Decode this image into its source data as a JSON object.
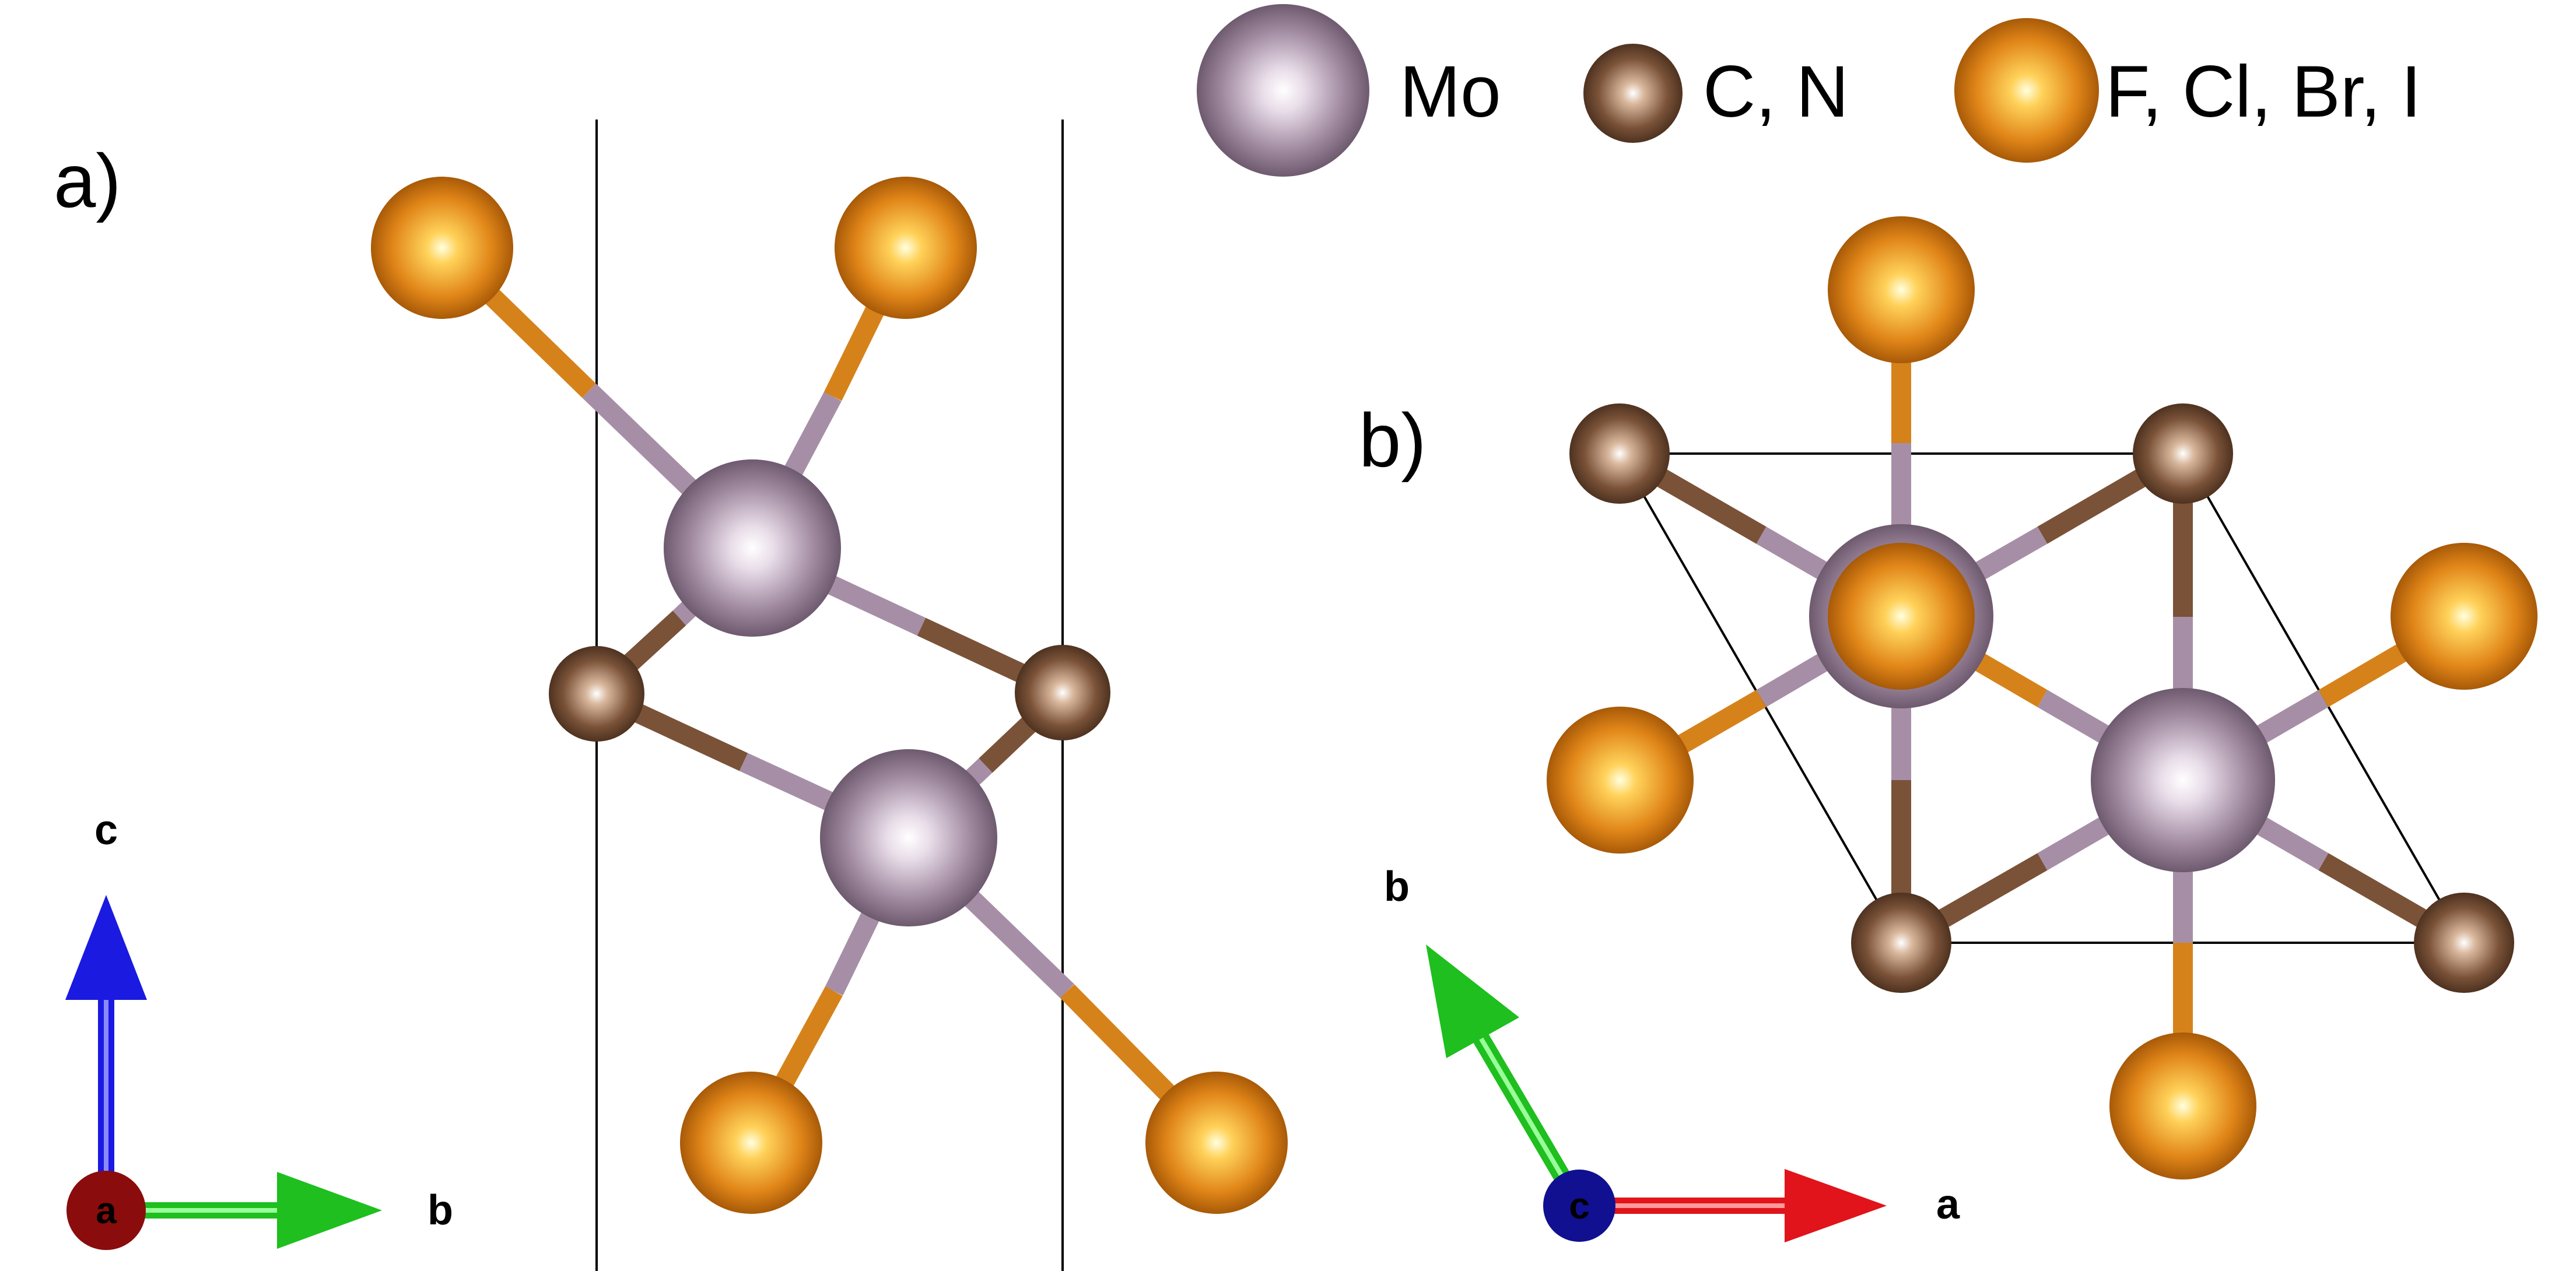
{
  "panels": {
    "a": {
      "label": "a)"
    },
    "b": {
      "label": "b)"
    }
  },
  "legend": [
    {
      "label": "Mo",
      "color": "#a08aa0"
    },
    {
      "label": "C, N",
      "color": "#7a5238"
    },
    {
      "label": "F, Cl, Br, I",
      "color": "#e08518"
    }
  ],
  "colors": {
    "mo_bond": "#a68fa6",
    "cn_bond": "#7a5238",
    "halide_bond": "#d6821a",
    "axis_a": "#e0141a",
    "axis_b": "#1ebf1e",
    "axis_c": "#1a1ae0",
    "origin_a": "#8a0c0c",
    "origin_c": "#101090",
    "cell_line": "#000000"
  },
  "axes_a": {
    "vertical": "c",
    "horizontal": "b",
    "origin": "a"
  },
  "axes_b": {
    "diagonal": "b",
    "horizontal": "a",
    "origin": "c"
  }
}
